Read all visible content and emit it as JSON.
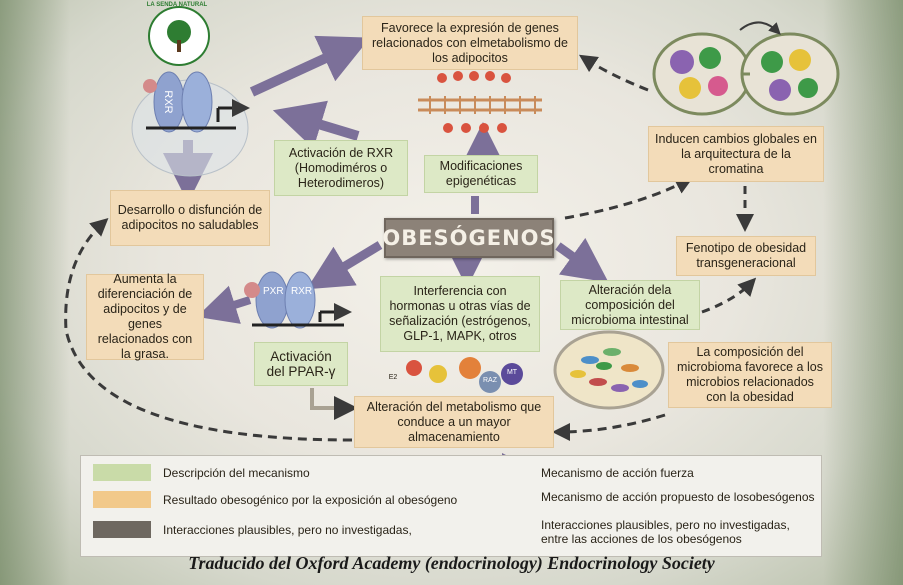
{
  "logo": {
    "text": "LA SENDA NATURAL"
  },
  "center": {
    "title": "OBESÓGENOS"
  },
  "boxes": {
    "gene_expression": "Favorece la expresión de genes relacionados con elmetabolismo de los adipocitos",
    "rxr_activation": "Activación de RXR (Homodiméros o Heterodimeros)",
    "epigenetic": "Modificaciones epigenéticas",
    "chromatin": "Inducen cambios globales en la arquitectura de la cromatina",
    "adipocyte_dysfunction": "Desarrollo o disfunción de adipocitos no saludables",
    "transgenerational": "Fenotipo de obesidad transgeneracional",
    "differentiation": "Aumenta la diferenciación de adipocitos y de genes relacionados con la grasa.",
    "hormone_interference": "Interferencia con hormonas u otras vías de señalización (estrógenos, GLP-1, MAPK, otros",
    "microbiome_alteration": "Alteración dela composición del microbioma intestinal",
    "ppar_activation": "Activación del PPAR-γ",
    "microbiome_favor": "La composición del microbioma favorece a los microbios relacionados con la obesidad",
    "metabolism_alteration": "Alteración del metabolismo que conduce a un mayor almacenamiento"
  },
  "receptors": {
    "rxr_label": "RXR",
    "pxr_label": "PXR",
    "rxr2_label": "RXR"
  },
  "signals": {
    "e2": "E2",
    "raz": "RAZ",
    "mt": "MT"
  },
  "legend": {
    "items": [
      {
        "swatch": "#c9dba8",
        "text": "Descripción del mecanismo"
      },
      {
        "swatch": "#f2c98a",
        "text": "Resultado obesogénico por la exposición al obesógeno"
      },
      {
        "swatch": "#6e6860",
        "text": "Interacciones plausibles, pero no investigadas,"
      }
    ],
    "arrow_items": [
      "Mecanismo de acción fuerza",
      "Mecanismo de acción propuesto de losobesógenos",
      "Interacciones plausibles, pero no investigadas, entre las acciones de los obesógenos"
    ]
  },
  "footer": "Traducido del Oxford Academy (endocrinology) Endocrinology Society",
  "colors": {
    "orange_box": "#f3dcb9",
    "green_box": "#dde9c6",
    "arrow_solid": "#7c7099",
    "central": "#8c8278"
  }
}
